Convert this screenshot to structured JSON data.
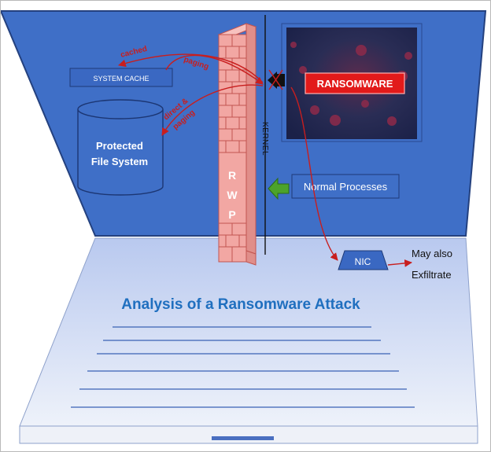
{
  "diagram": {
    "system_cache_label": "SYSTEM CACHE",
    "protected_fs_line1": "Protected",
    "protected_fs_line2": "File System",
    "firewall_letters": [
      "R",
      "W",
      "P"
    ],
    "kernel_label": "KERNEL",
    "ransomware_label": "RANSOMWARE",
    "normal_processes_label": "Normal Processes",
    "nic_label": "NIC",
    "exfil_line1": "May also",
    "exfil_line2": "Exfiltrate",
    "arrow_cached": "cached",
    "arrow_paging": "paging",
    "arrow_direct": "direct &",
    "arrow_paging2": "paging",
    "title": "Analysis of a Ransomware Attack"
  },
  "colors": {
    "screen_blue": "#3f6fc7",
    "screen_border": "#1f3a77",
    "wall_pink": "#f2a7a3",
    "wall_mortar": "#c25450",
    "arrow_red": "#c81e1e",
    "green_arrow": "#4ca32b",
    "ransomware_red": "#e21a1a",
    "title_blue": "#1f6fbf",
    "keyboard_bg": "#dfe6f5"
  }
}
